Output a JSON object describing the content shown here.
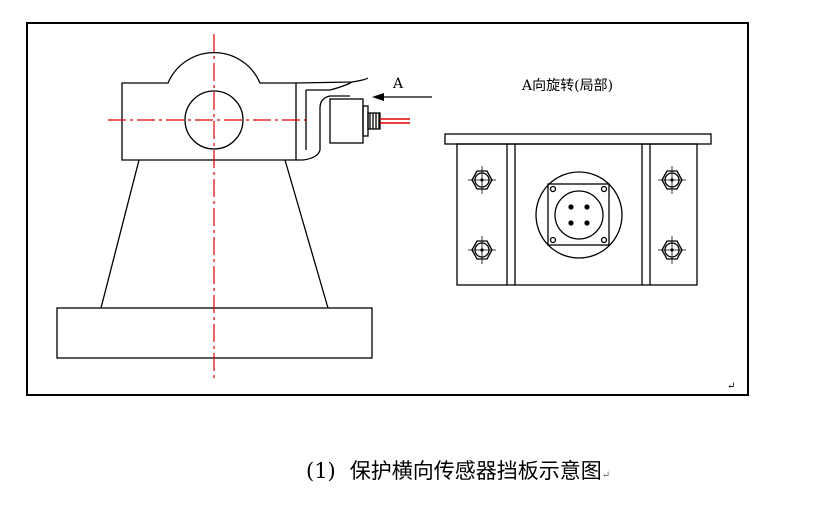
{
  "labels": {
    "arrow_label": "A",
    "view_title": "A向旋转(局部)",
    "return_mark_1": "↵",
    "return_mark_2": "↵"
  },
  "caption": {
    "number": "(1)",
    "text": "保护横向传感器挡板示意图"
  },
  "colors": {
    "line": "#000000",
    "centerline": "#dd0000",
    "background": "#ffffff"
  }
}
